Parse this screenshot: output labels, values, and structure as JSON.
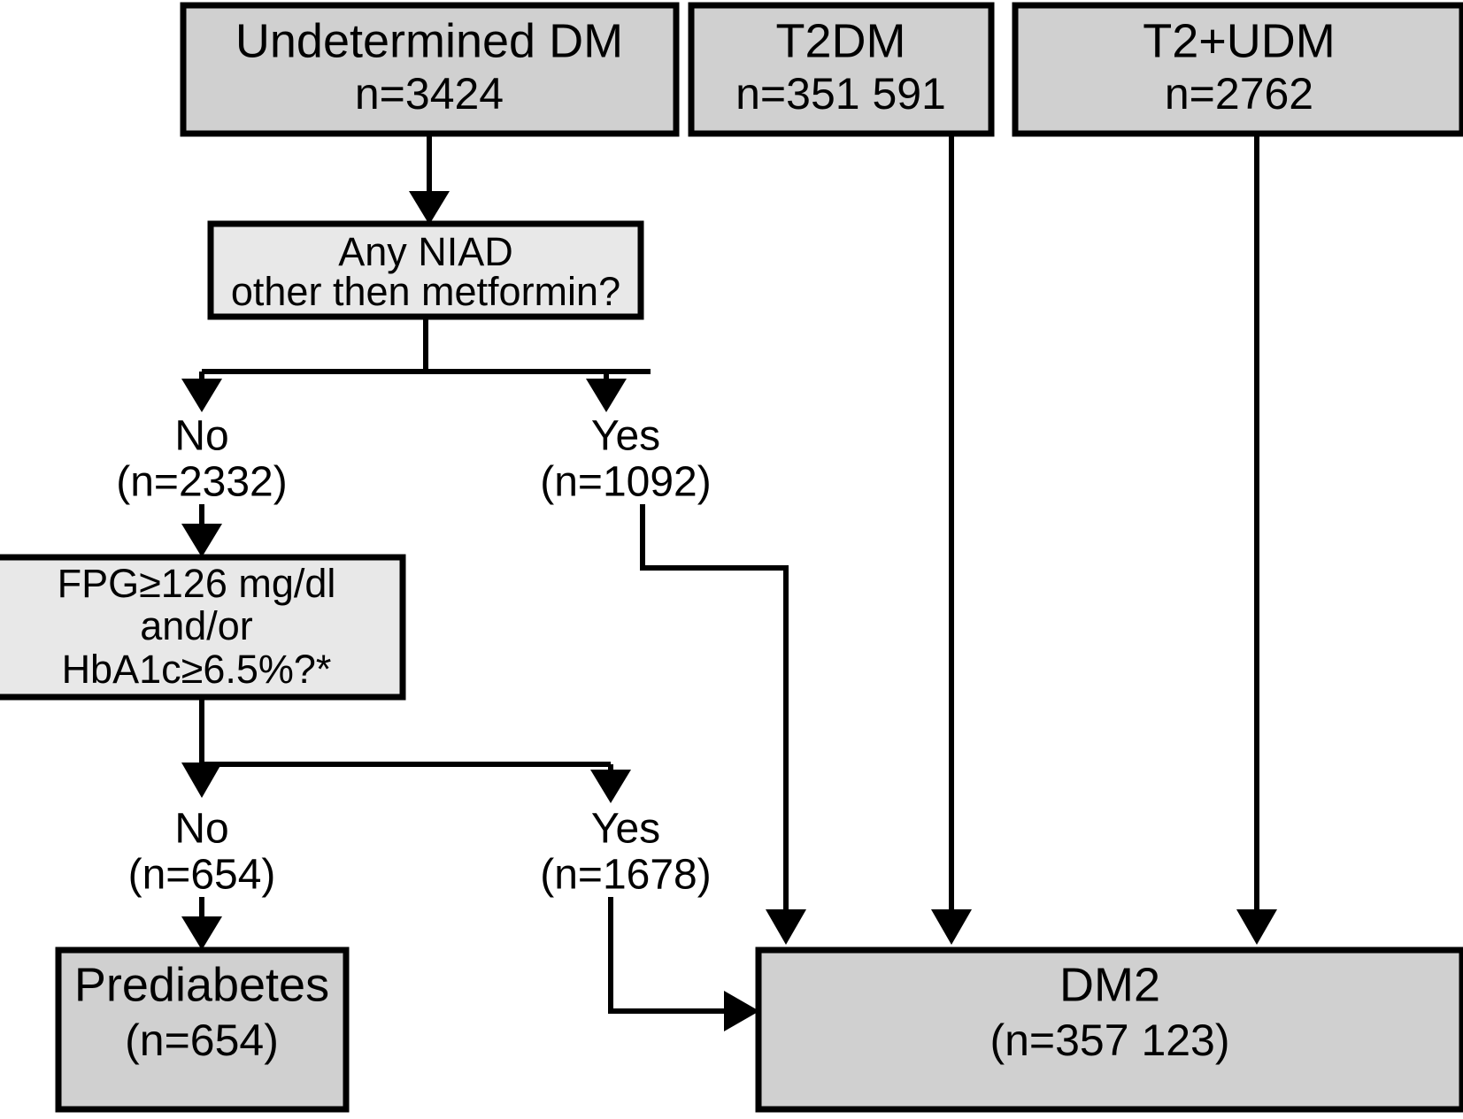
{
  "figure": {
    "type": "flowchart",
    "title_visible": false,
    "colors": {
      "box_fill_primary": "#d0d0d0",
      "box_fill_decision": "#e8e8e8",
      "stroke": "#000000",
      "background": "#ffffff"
    }
  },
  "nodes": {
    "undetermined_dm": {
      "label": "Undetermined DM",
      "count": "n=3424",
      "kind": "cohort"
    },
    "t2dm": {
      "label": "T2DM",
      "count": "n=351 591",
      "kind": "cohort"
    },
    "t2_udm": {
      "label": "T2+UDM",
      "count": "n=2762",
      "kind": "cohort"
    },
    "niad_decision": {
      "line1": "Any NIAD",
      "line2": "other then metformin?",
      "kind": "decision"
    },
    "lab_decision": {
      "line1": "FPG≥126 mg/dl",
      "line2": "and/or",
      "line3": "HbA1c≥6.5%?*",
      "kind": "decision"
    },
    "prediabetes": {
      "label": "Prediabetes",
      "count": "(n=654)",
      "kind": "outcome"
    },
    "dm2": {
      "label": "DM2",
      "count": "(n=357 123)",
      "kind": "outcome"
    }
  },
  "branches": {
    "niad_no": {
      "answer": "No",
      "count": "(n=2332)"
    },
    "niad_yes": {
      "answer": "Yes",
      "count": "(n=1092)"
    },
    "lab_no": {
      "answer": "No",
      "count": "(n=654)"
    },
    "lab_yes": {
      "answer": "Yes",
      "count": "(n=1678)"
    }
  },
  "chart_data": {
    "type": "diagram",
    "title": "",
    "nodes": [
      {
        "id": "undetermined_dm",
        "text": "Undetermined DM n=3424",
        "n": 3424
      },
      {
        "id": "t2dm",
        "text": "T2DM n=351 591",
        "n": 351591
      },
      {
        "id": "t2_udm",
        "text": "T2+UDM n=2762",
        "n": 2762
      },
      {
        "id": "niad_decision",
        "text": "Any NIAD other then metformin?"
      },
      {
        "id": "lab_decision",
        "text": "FPG≥126 mg/dl and/or HbA1c≥6.5%?*"
      },
      {
        "id": "prediabetes",
        "text": "Prediabetes (n=654)",
        "n": 654
      },
      {
        "id": "dm2",
        "text": "DM2 (n=357 123)",
        "n": 357123
      }
    ],
    "edges": [
      {
        "from": "undetermined_dm",
        "to": "niad_decision",
        "label": ""
      },
      {
        "from": "niad_decision",
        "to": "lab_decision",
        "label": "No (n=2332)",
        "n": 2332
      },
      {
        "from": "niad_decision",
        "to": "dm2",
        "label": "Yes (n=1092)",
        "n": 1092
      },
      {
        "from": "lab_decision",
        "to": "prediabetes",
        "label": "No (n=654)",
        "n": 654
      },
      {
        "from": "lab_decision",
        "to": "dm2",
        "label": "Yes (n=1678)",
        "n": 1678
      },
      {
        "from": "t2dm",
        "to": "dm2",
        "label": ""
      },
      {
        "from": "t2_udm",
        "to": "dm2",
        "label": ""
      }
    ]
  }
}
